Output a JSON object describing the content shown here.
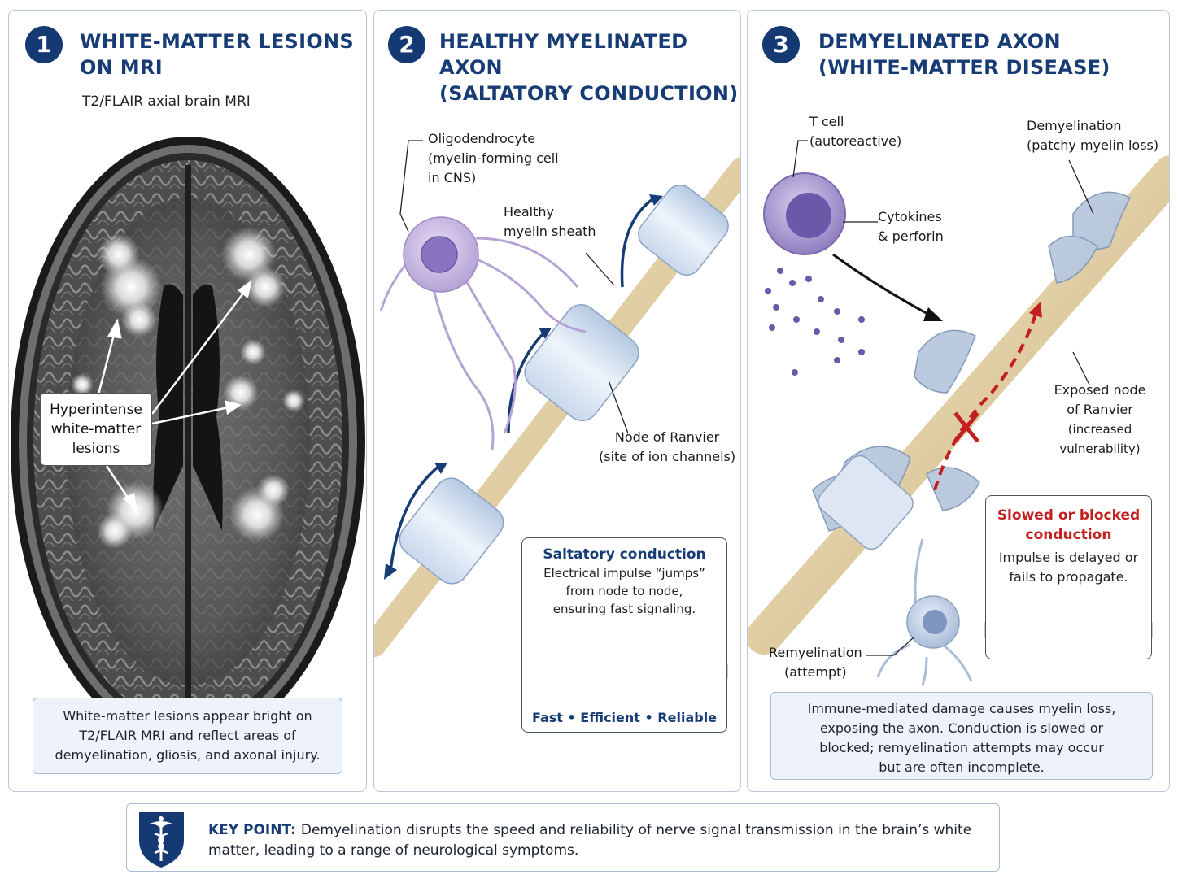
{
  "panel1": {
    "number": "1",
    "title_line1": "WHITE-MATTER LESIONS",
    "title_line2": "ON MRI",
    "subtitle": "T2/FLAIR axial brain MRI",
    "callout": [
      "Hyperintense",
      "white-matter",
      "lesions"
    ],
    "note": [
      "White-matter lesions appear bright on",
      "T2/FLAIR MRI and reflect areas of",
      "demyelination, gliosis, and axonal injury."
    ]
  },
  "panel2": {
    "number": "2",
    "title_line1": "HEALTHY MYELINATED AXON",
    "title_line2": "(SALTATORY CONDUCTION)",
    "oligo_label": [
      "Oligodendrocyte",
      "(myelin-forming cell",
      "in CNS)"
    ],
    "myelin_label": [
      "Healthy",
      "myelin sheath"
    ],
    "node_label": [
      "Node of Ranvier",
      "(site of ion channels)"
    ],
    "saltatory": {
      "heading": "Saltatory conduction",
      "body": [
        "Electrical impulse “jumps”",
        "from node to node,",
        "ensuring fast signaling."
      ],
      "footer": "Fast • Efficient • Reliable"
    }
  },
  "panel3": {
    "number": "3",
    "title_line1": "DEMYELINATED AXON",
    "title_line2": "(WHITE-MATTER DISEASE)",
    "tcell_label": [
      "T cell",
      "(autoreactive)"
    ],
    "demyel_label": [
      "Demyelination",
      "(patchy myelin loss)"
    ],
    "cytokine_label": [
      "Cytokines",
      "& perforin"
    ],
    "exposed_label": [
      "Exposed node",
      "of Ranvier",
      "(increased vulnerability)"
    ],
    "remyel_label": [
      "Remyelination",
      "(attempt)"
    ],
    "slowed": {
      "heading": [
        "Slowed or blocked",
        "conduction"
      ],
      "body": [
        "Impulse is delayed or",
        "fails to propagate."
      ]
    },
    "note": [
      "Immune-mediated damage causes myelin loss,",
      "exposing the axon. Conduction is slowed or",
      "blocked; remyelination attempts may occur",
      "but are often incomplete."
    ]
  },
  "keypoint": {
    "label": "KEY POINT:",
    "text": "Demyelination disrupts the speed and reliability of nerve signal transmission in the brain’s white matter, leading to a range of neurological symptoms."
  },
  "colors": {
    "navy": "#153a73",
    "red": "#c21f1f",
    "myelin": "#dce7f4",
    "axon": "#e6d3a8"
  },
  "icons": [
    "caduceus-shield-icon"
  ]
}
